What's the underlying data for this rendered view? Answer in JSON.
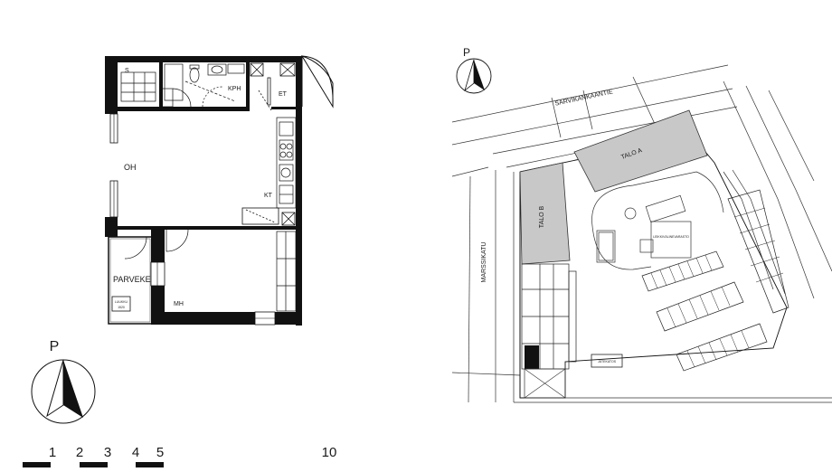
{
  "floor_plan": {
    "rooms": {
      "s": "S",
      "kph": "KPH",
      "et": "ET",
      "oh": "OH",
      "kt": "KT",
      "parveke": "PARVEKE",
      "mh": "MH"
    },
    "locker_label_1": "LUUKKU",
    "locker_label_2": "1520"
  },
  "north_arrow_plan": {
    "letter": "P"
  },
  "scale_bar": {
    "numbers": [
      "1",
      "2",
      "3",
      "4",
      "5",
      "10"
    ]
  },
  "site_plan": {
    "north_letter": "P",
    "street_top": "SARVIKANKAANTIE",
    "street_left": "MARSSIKATU",
    "building_a": "TALO A",
    "building_b": "TALO B",
    "shed_label": "LEIKKIVÄLINEVARASTO",
    "small_label": "JÄTEKATOS"
  }
}
